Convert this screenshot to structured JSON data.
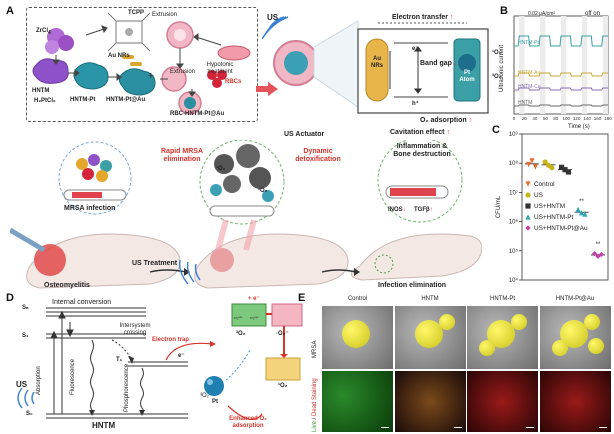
{
  "panels": {
    "A": "A",
    "B": "B",
    "C": "C",
    "D": "D",
    "E": "E"
  },
  "panelA": {
    "synthesis": {
      "tcpp": "TCPP",
      "zrcl": "ZrCl",
      "zrcl_sub": "4",
      "hntm": "HNTM",
      "h2ptcl6": "H₂PtCl₆",
      "hntm_pt": "HNTM-Pt",
      "au_nrs": "Au NRs",
      "hntm_pt_au": "HNTM-Pt@Au",
      "extrusion_top": "Extrusion",
      "hypotonic": "Hypotonic\ntreatment",
      "extrusion_mid": "Extrusion",
      "rbcs": "RBCs",
      "rbc_product": "RBC-HNTM-Pt@Au"
    },
    "mechanism": {
      "us": "US",
      "electron_transfer": "Electron transfer",
      "au_nrs": "Au\nNRs",
      "band_gap": "Band gap",
      "pt_atom": "Pt\nAtom",
      "o2_a": "¹O₂",
      "o2_b": "³O₂",
      "us_actuator": "US Actuator",
      "cavitation": "Cavitation effect",
      "o2_adsorption": "O₂ adsorption",
      "e": "e⁻",
      "h": "h⁺"
    },
    "scene": {
      "mrsa_infection": "MRSA infection",
      "rapid_mrsa": "Rapid MRSA\nelimination",
      "dynamic_detox": "Dynamic\ndetoxification",
      "inflammation": "Inflammation &\nBone destruction",
      "inos": "INOS",
      "tgfb": "TGFβ",
      "osteomyelitis": "Osteomyelitis",
      "us_treatment": "US Treatment",
      "infection_elim": "Infection elimination",
      "o2": "¹O₂"
    }
  },
  "panelB": {
    "scale_label": "0.02 μA/cm²",
    "off_on": "off  on",
    "ylabel": "Ultrasonic current",
    "xlabel": "Time (s)",
    "series_labels": [
      "HNTM-Pt",
      "HNTM-Au",
      "HNTM-Cu",
      "HNTM"
    ],
    "series_colors": [
      "#3aa0a6",
      "#c9a93a",
      "#8a6fb5",
      "#6b6b6b"
    ],
    "x_ticks": [
      "0",
      "20",
      "40",
      "60",
      "80",
      "100",
      "120",
      "140",
      "160",
      "180"
    ]
  },
  "chart_data": {
    "type": "scatter",
    "title": "",
    "xlabel": "",
    "ylabel": "CFU/mL",
    "ylog": true,
    "ylim": [
      10000,
      1000000000
    ],
    "y_ticks": [
      "10⁴",
      "10⁵",
      "10⁶",
      "10⁷",
      "10⁸",
      "10⁹"
    ],
    "legend_position": "lower-left",
    "series": [
      {
        "name": "Control",
        "color": "#e36b2c",
        "marker": "triangle-down",
        "values": [
          90000000,
          120000000,
          75000000
        ],
        "mean": 95000000
      },
      {
        "name": "US",
        "color": "#c9b31a",
        "marker": "circle",
        "values": [
          110000000,
          85000000,
          70000000
        ],
        "mean": 88000000
      },
      {
        "name": "US+HNTM",
        "color": "#333333",
        "marker": "square",
        "values": [
          72000000,
          60000000,
          50000000
        ],
        "mean": 60000000
      },
      {
        "name": "US+HNTM-Pt",
        "color": "#2aa7b3",
        "marker": "triangle-up",
        "values": [
          2600000,
          2000000,
          1800000
        ],
        "mean": 2100000
      },
      {
        "name": "US+HNTM-Pt@Au",
        "color": "#c23ea8",
        "marker": "diamond",
        "values": [
          80000,
          65000,
          75000
        ],
        "mean": 72000
      }
    ],
    "annotations": [
      "**",
      "**"
    ]
  },
  "panelD": {
    "internal_conversion": "Internal conversion",
    "intersystem": "Intersystem\ncrossing",
    "absorption": "Absorption",
    "fluorescence": "Fluorescence",
    "phosphorescence": "Phosphorescence",
    "us": "US",
    "hntm": "HNTM",
    "s_n": "Sₙ",
    "s_1": "S₁",
    "t_1": "T₁",
    "s_0": "S₀",
    "electron_trap": "Electron trap",
    "e": "e⁻",
    "pt": "Pt",
    "o2_3": "³O₂",
    "o2_3b": "³O₂",
    "o2_1": "¹O₂",
    "o2_rad": "·O₂⁻",
    "plus_e": "+ e⁻",
    "enhanced": "Enhanced O₂\nadsorption",
    "orbitals": [
      "π₂ᵖˣ*",
      "π₂ᵖʸ*"
    ]
  },
  "panelE": {
    "columns": [
      "Control",
      "HNTM",
      "HNTM-Pt",
      "HNTM-Pt@Au"
    ],
    "row_labels": [
      "MRSA",
      "Live / Dead Staining"
    ],
    "live": "Live",
    "dead": "Dead Staining"
  }
}
